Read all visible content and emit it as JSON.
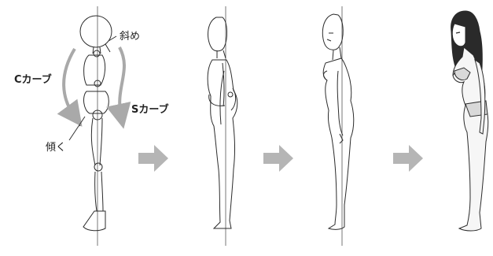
{
  "annotations": {
    "diagonal": "斜め",
    "c_curve": "Cカーブ",
    "s_curve": "Sカーブ",
    "tilt": "傾く"
  },
  "figures": [
    {
      "stage": "skeleton-guide"
    },
    {
      "stage": "body-outline"
    },
    {
      "stage": "detailed-body"
    },
    {
      "stage": "finished-character"
    }
  ],
  "colors": {
    "line": "#2b2b2b",
    "guide": "#777777",
    "arrow": "#b5b5b5",
    "curve_arrow": "#a9a9a9",
    "hair": "#2a2a2a",
    "shading": "#d9d9d9"
  }
}
